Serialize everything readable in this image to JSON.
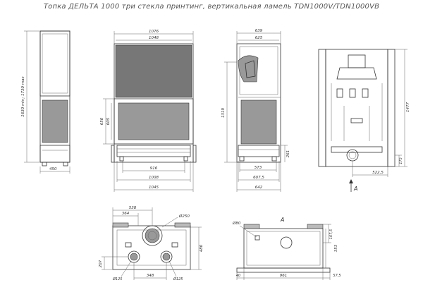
{
  "title": "Топка ДЕЛЬТА 1000 три стекла принтинг, вертикальная ламель TDN1000V/TDN1000VB",
  "side_left": {
    "height_range": "1630 min; 1730 max",
    "width": "450"
  },
  "front": {
    "top_outer": "1076",
    "top_inner": "1048",
    "glass_h_outer": "650",
    "glass_h_inner": "605",
    "bottom_1": "916",
    "bottom_2": "1008",
    "bottom_3": "1045"
  },
  "side_right": {
    "top_outer": "639",
    "top_inner": "625",
    "height": "1319",
    "leg": "261",
    "bottom_1": "573",
    "bottom_2": "607,5",
    "bottom_3": "642"
  },
  "back": {
    "height": "1477",
    "small": "175",
    "offset": "522,5",
    "arrow_label": "A"
  },
  "top_view": {
    "d1": "538",
    "d2": "364",
    "d3": "207",
    "d4": "480",
    "d5": "348",
    "pipe": "Ø250",
    "flue1": "Ø125",
    "flue2": "Ø125"
  },
  "bottom_view": {
    "section": "A",
    "hole": "Ø80",
    "d1": "107,5",
    "d2": "353",
    "d3": "40",
    "d4": "961",
    "d5": "57,5"
  }
}
